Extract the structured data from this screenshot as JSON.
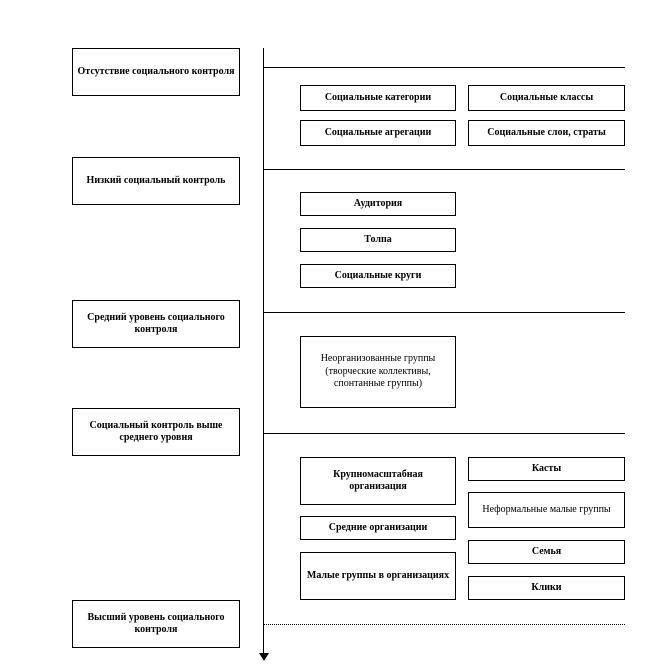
{
  "levels": [
    "Отсутствие социального контроля",
    "Низкий социальный контроль",
    "Средний уровень социального контроля",
    "Социальный контроль выше среднего уровня",
    "Высший уровень социального контроля"
  ],
  "groups": {
    "none_control": [
      "Социальные категории",
      "Социальные классы",
      "Социальные агрегации",
      "Социальные слои, страты"
    ],
    "low_control": [
      "Аудитория",
      "Толпа",
      "Социальные круги"
    ],
    "medium_control": [
      "Неорганизованные группы (творческие коллективы, спонтанные группы)"
    ],
    "above_medium_control": [
      "Крупномасштабная организация",
      "Касты",
      "Неформальные малые группы",
      "Средние организации",
      "Семья",
      "Малые группы в организациях",
      "Клики"
    ]
  }
}
